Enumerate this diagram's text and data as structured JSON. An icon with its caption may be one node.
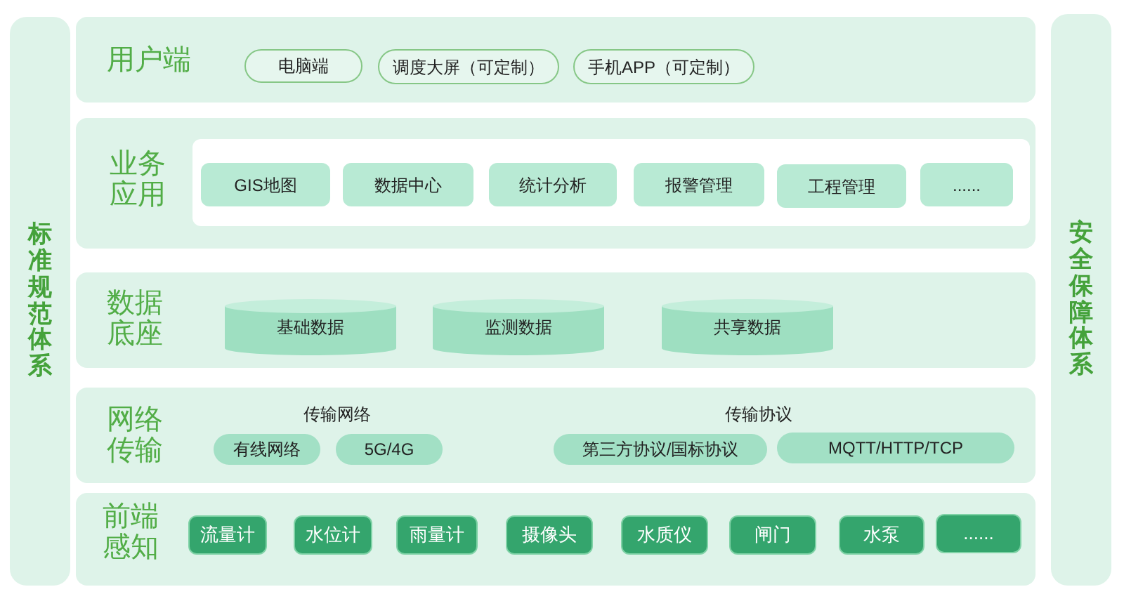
{
  "diagram": {
    "nodes": [
      {
        "text": [
          "标准规范体系"
        ]
      },
      {
        "text": [
          "用户端"
        ]
      },
      {
        "text": [
          "电脑端"
        ],
        "in": 1
      },
      {
        "text": [
          "调度大屏（可定制）"
        ],
        "in": 1
      },
      {
        "text": [
          "手机APP（可定制）"
        ],
        "in": 1
      },
      {
        "text": [
          "业务应用"
        ]
      },
      {
        "text": [],
        "shape": "box",
        "in": 5
      },
      {
        "text": [
          "GIS地图"
        ],
        "in": 6
      },
      {
        "text": [
          "数据中心"
        ],
        "in": 6
      },
      {
        "text": [
          "统计分析"
        ],
        "in": 6
      },
      {
        "text": [
          "报警管理"
        ],
        "in": 6
      },
      {
        "text": [
          "工程管理"
        ],
        "in": 6
      },
      {
        "text": [
          "......"
        ],
        "in": 6
      },
      {
        "text": [
          "数据底座"
        ]
      },
      {
        "text": [
          "基础数据"
        ],
        "in": 13
      },
      {
        "text": [
          "监测数据"
        ],
        "in": 13
      },
      {
        "text": [
          "共享数据"
        ],
        "in": 13
      },
      {
        "text": [
          "网络传输",
          "传输网络",
          "传输协议"
        ]
      },
      {
        "text": [
          "有线网络"
        ],
        "in": 17
      },
      {
        "text": [
          "5G/4G"
        ],
        "in": 17
      },
      {
        "text": [
          "第三方协议/国标协议"
        ],
        "in": 17
      },
      {
        "text": [
          "MQTT/HTTP/TCP"
        ],
        "in": 17
      },
      {
        "text": [
          "前端感知"
        ]
      },
      {
        "text": [
          "流量计"
        ],
        "in": 22
      },
      {
        "text": [
          "水位计"
        ],
        "in": 22
      },
      {
        "text": [
          "雨量计"
        ],
        "in": 22
      },
      {
        "text": [
          "摄像头"
        ],
        "in": 22
      },
      {
        "text": [
          "水质仪"
        ],
        "in": 22
      },
      {
        "text": [
          "闸门"
        ],
        "in": 22
      },
      {
        "text": [
          "水泵"
        ],
        "in": 22
      },
      {
        "text": [
          "......"
        ],
        "in": 22
      },
      {
        "text": [
          "安全保障体系"
        ]
      }
    ]
  }
}
